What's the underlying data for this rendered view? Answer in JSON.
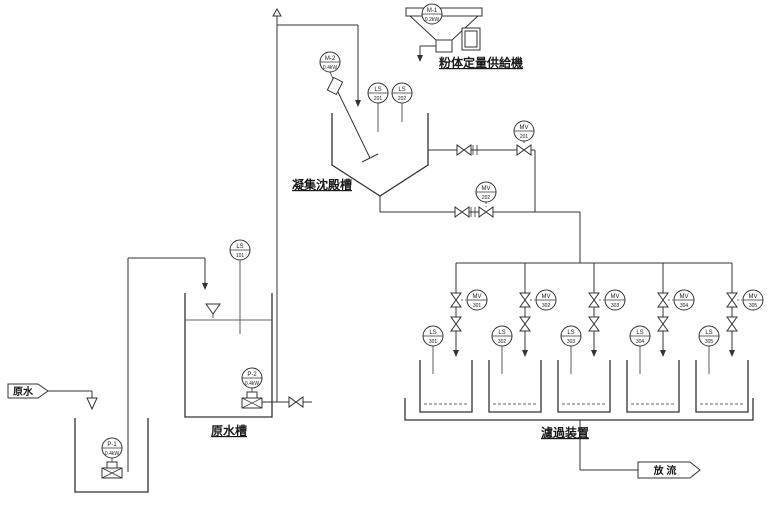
{
  "labels": {
    "raw_water_in": "原水",
    "raw_water_tank": "原水槽",
    "coagulation_tank": "凝集沈殿槽",
    "powder_feeder": "粉体定量供給機",
    "filter_unit": "濾過装置",
    "discharge": "放 流"
  },
  "instruments": {
    "feeder_motor": {
      "l1": "M-1",
      "l2": "0.2kW"
    },
    "mixer_motor": {
      "l1": "M-2",
      "l2": "0.4kW"
    },
    "ls_coag_1": {
      "l1": "LS",
      "l2": "201"
    },
    "ls_coag_2": {
      "l1": "LS",
      "l2": "202"
    },
    "ls_raw_tank": {
      "l1": "LS",
      "l2": "101"
    },
    "pump_1": {
      "l1": "P-1",
      "l2": "0.4kW"
    },
    "pump_2": {
      "l1": "P-2",
      "l2": "0.4kW"
    },
    "mv_overflow": {
      "l1": "MV",
      "l2": "201"
    },
    "mv_drain": {
      "l1": "MV",
      "l2": "202"
    },
    "filters": [
      {
        "mv_l1": "MV",
        "mv_l2": "301",
        "ls_l1": "LS",
        "ls_l2": "301"
      },
      {
        "mv_l1": "MV",
        "mv_l2": "302",
        "ls_l1": "LS",
        "ls_l2": "302"
      },
      {
        "mv_l1": "MV",
        "mv_l2": "303",
        "ls_l1": "LS",
        "ls_l2": "303"
      },
      {
        "mv_l1": "MV",
        "mv_l2": "304",
        "ls_l1": "LS",
        "ls_l2": "304"
      },
      {
        "mv_l1": "MV",
        "mv_l2": "305",
        "ls_l1": "LS",
        "ls_l2": "305"
      }
    ]
  }
}
